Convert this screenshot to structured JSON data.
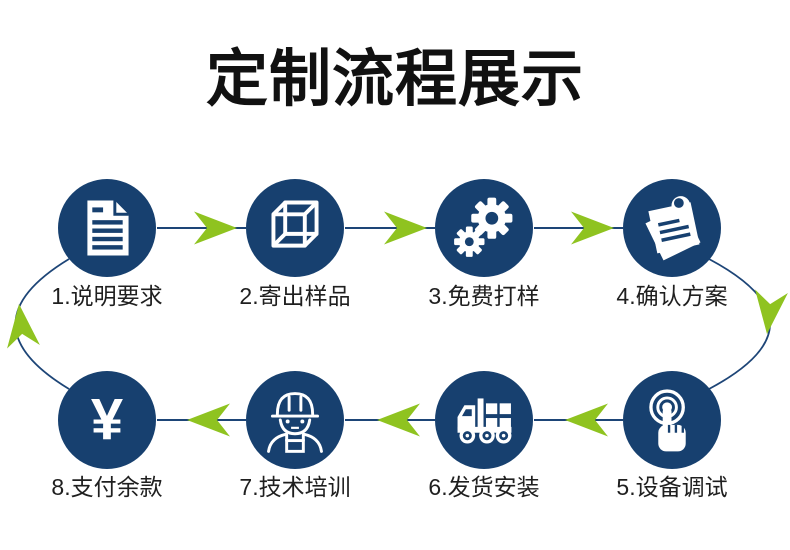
{
  "title": "定制流程展示",
  "colors": {
    "navy": "#17406F",
    "green": "#8FC320",
    "line": "#1D4577",
    "ink": "#111111",
    "label": "#1F1F1F",
    "bg": "#FFFFFF"
  },
  "steps": [
    {
      "label": "1.说明要求",
      "icon": "document-icon"
    },
    {
      "label": "2.寄出样品",
      "icon": "cube-icon"
    },
    {
      "label": "3.免费打样",
      "icon": "gears-icon"
    },
    {
      "label": "4.确认方案",
      "icon": "notes-icon"
    },
    {
      "label": "5.设备调试",
      "icon": "touch-icon"
    },
    {
      "label": "6.发货安装",
      "icon": "truck-icon"
    },
    {
      "label": "7.技术培训",
      "icon": "worker-icon"
    },
    {
      "label": "8.支付余款",
      "icon": "yen-icon",
      "symbol": "¥"
    }
  ],
  "flow": {
    "type": "cycle",
    "order": [
      "1",
      "2",
      "3",
      "4",
      "5",
      "6",
      "7",
      "8",
      "1"
    ]
  }
}
